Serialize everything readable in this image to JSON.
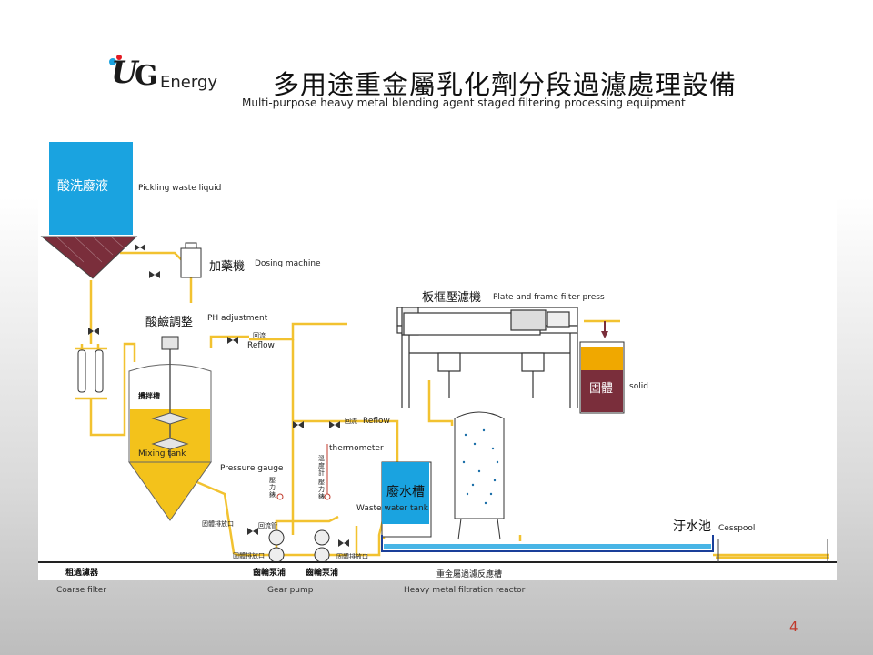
{
  "header": {
    "logo_text_u": "U",
    "logo_text_g": "G",
    "logo_text_energy": "Energy",
    "title_zh": "多用途重金屬乳化劑分段過濾處理設備",
    "title_en": "Multi-purpose heavy metal blending agent staged filtering processing equipment"
  },
  "diagram": {
    "pickling_zh": "酸洗廢液",
    "pickling_en": "Pickling waste liquid",
    "dosing_zh": "加藥機",
    "dosing_en": "Dosing machine",
    "ph_zh": "酸鹼調整",
    "ph_en": "PH adjustment",
    "reflow_zh_1": "回流",
    "reflow_en_1": "Reflow",
    "filter_press_zh": "板框壓濾機",
    "filter_press_en": "Plate and frame filter press",
    "solid_zh": "固體",
    "solid_en": "solid",
    "mixing_zh": "攪拌槽",
    "mixing_en": "Mixing tank",
    "reflow_zh_2": "回流",
    "reflow_en_2": "Reflow",
    "thermometer_en": "thermometer",
    "thermometer_zh": "溫度計",
    "pressure_en": "Pressure gauge",
    "pressure_zh_1": "壓力錶",
    "pressure_zh_2": "壓力錶",
    "waste_water_zh": "廢水槽",
    "waste_water_en": "Waste water tank",
    "cesspool_zh": "汙水池",
    "cesspool_en": "Cesspool",
    "drain_zh_1": "回流管",
    "drain_zh_2": "固體排放口",
    "drain_zh_3": "固體排放口",
    "drain_zh_4": "固體排放口",
    "coarse_zh": "粗過濾器",
    "gear_zh_1": "齒輪泵浦",
    "gear_zh_2": "齒輪泵浦",
    "reactor_zh": "重金屬過濾反應槽"
  },
  "footer": {
    "coarse_en": "Coarse filter",
    "gear_en": "Gear pump",
    "reactor_en": "Heavy metal filtration reactor",
    "page_number": "4"
  },
  "colors": {
    "pipe": "#f2c230",
    "blue_tank": "#1aa3e0",
    "sludge": "#7a2e3b",
    "liquid_yellow": "#f3c21b",
    "solid_orange": "#f0a800"
  }
}
